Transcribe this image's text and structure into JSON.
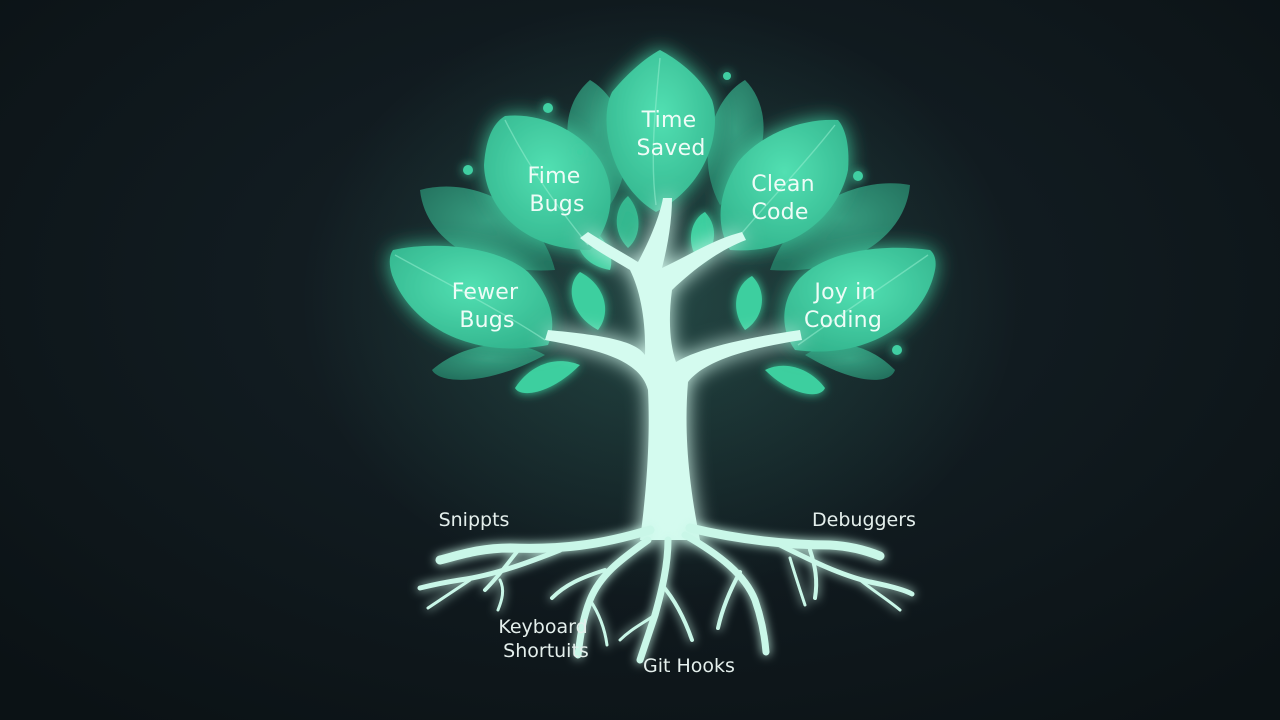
{
  "canopy": {
    "leaves": [
      {
        "id": "time-saved",
        "line1": "Time",
        "line2": "Saved"
      },
      {
        "id": "fime-bugs",
        "line1": "Fime",
        "line2": "Bugs"
      },
      {
        "id": "clean-code",
        "line1": "Clean",
        "line2": "Code"
      },
      {
        "id": "fewer-bugs",
        "line1": "Fewer",
        "line2": "Bugs"
      },
      {
        "id": "joy-in-coding",
        "line1": "Joy in",
        "line2": "Coding"
      }
    ]
  },
  "roots": {
    "labels": [
      {
        "id": "snippets",
        "line1": "Snippts"
      },
      {
        "id": "debuggers",
        "line1": "Debuggers"
      },
      {
        "id": "keyboard-shortcuts",
        "line1": "Keyboard",
        "line2": "Shortuits"
      },
      {
        "id": "git-hooks",
        "line1": "Git Hooks"
      }
    ]
  },
  "colors": {
    "background": "#0d1418",
    "leaf": "#3fcfa2",
    "leaf_dark": "#2a9e7f",
    "trunk": "#d4fbef",
    "glow": "#5ef2c4",
    "text": "#eefcf7"
  }
}
